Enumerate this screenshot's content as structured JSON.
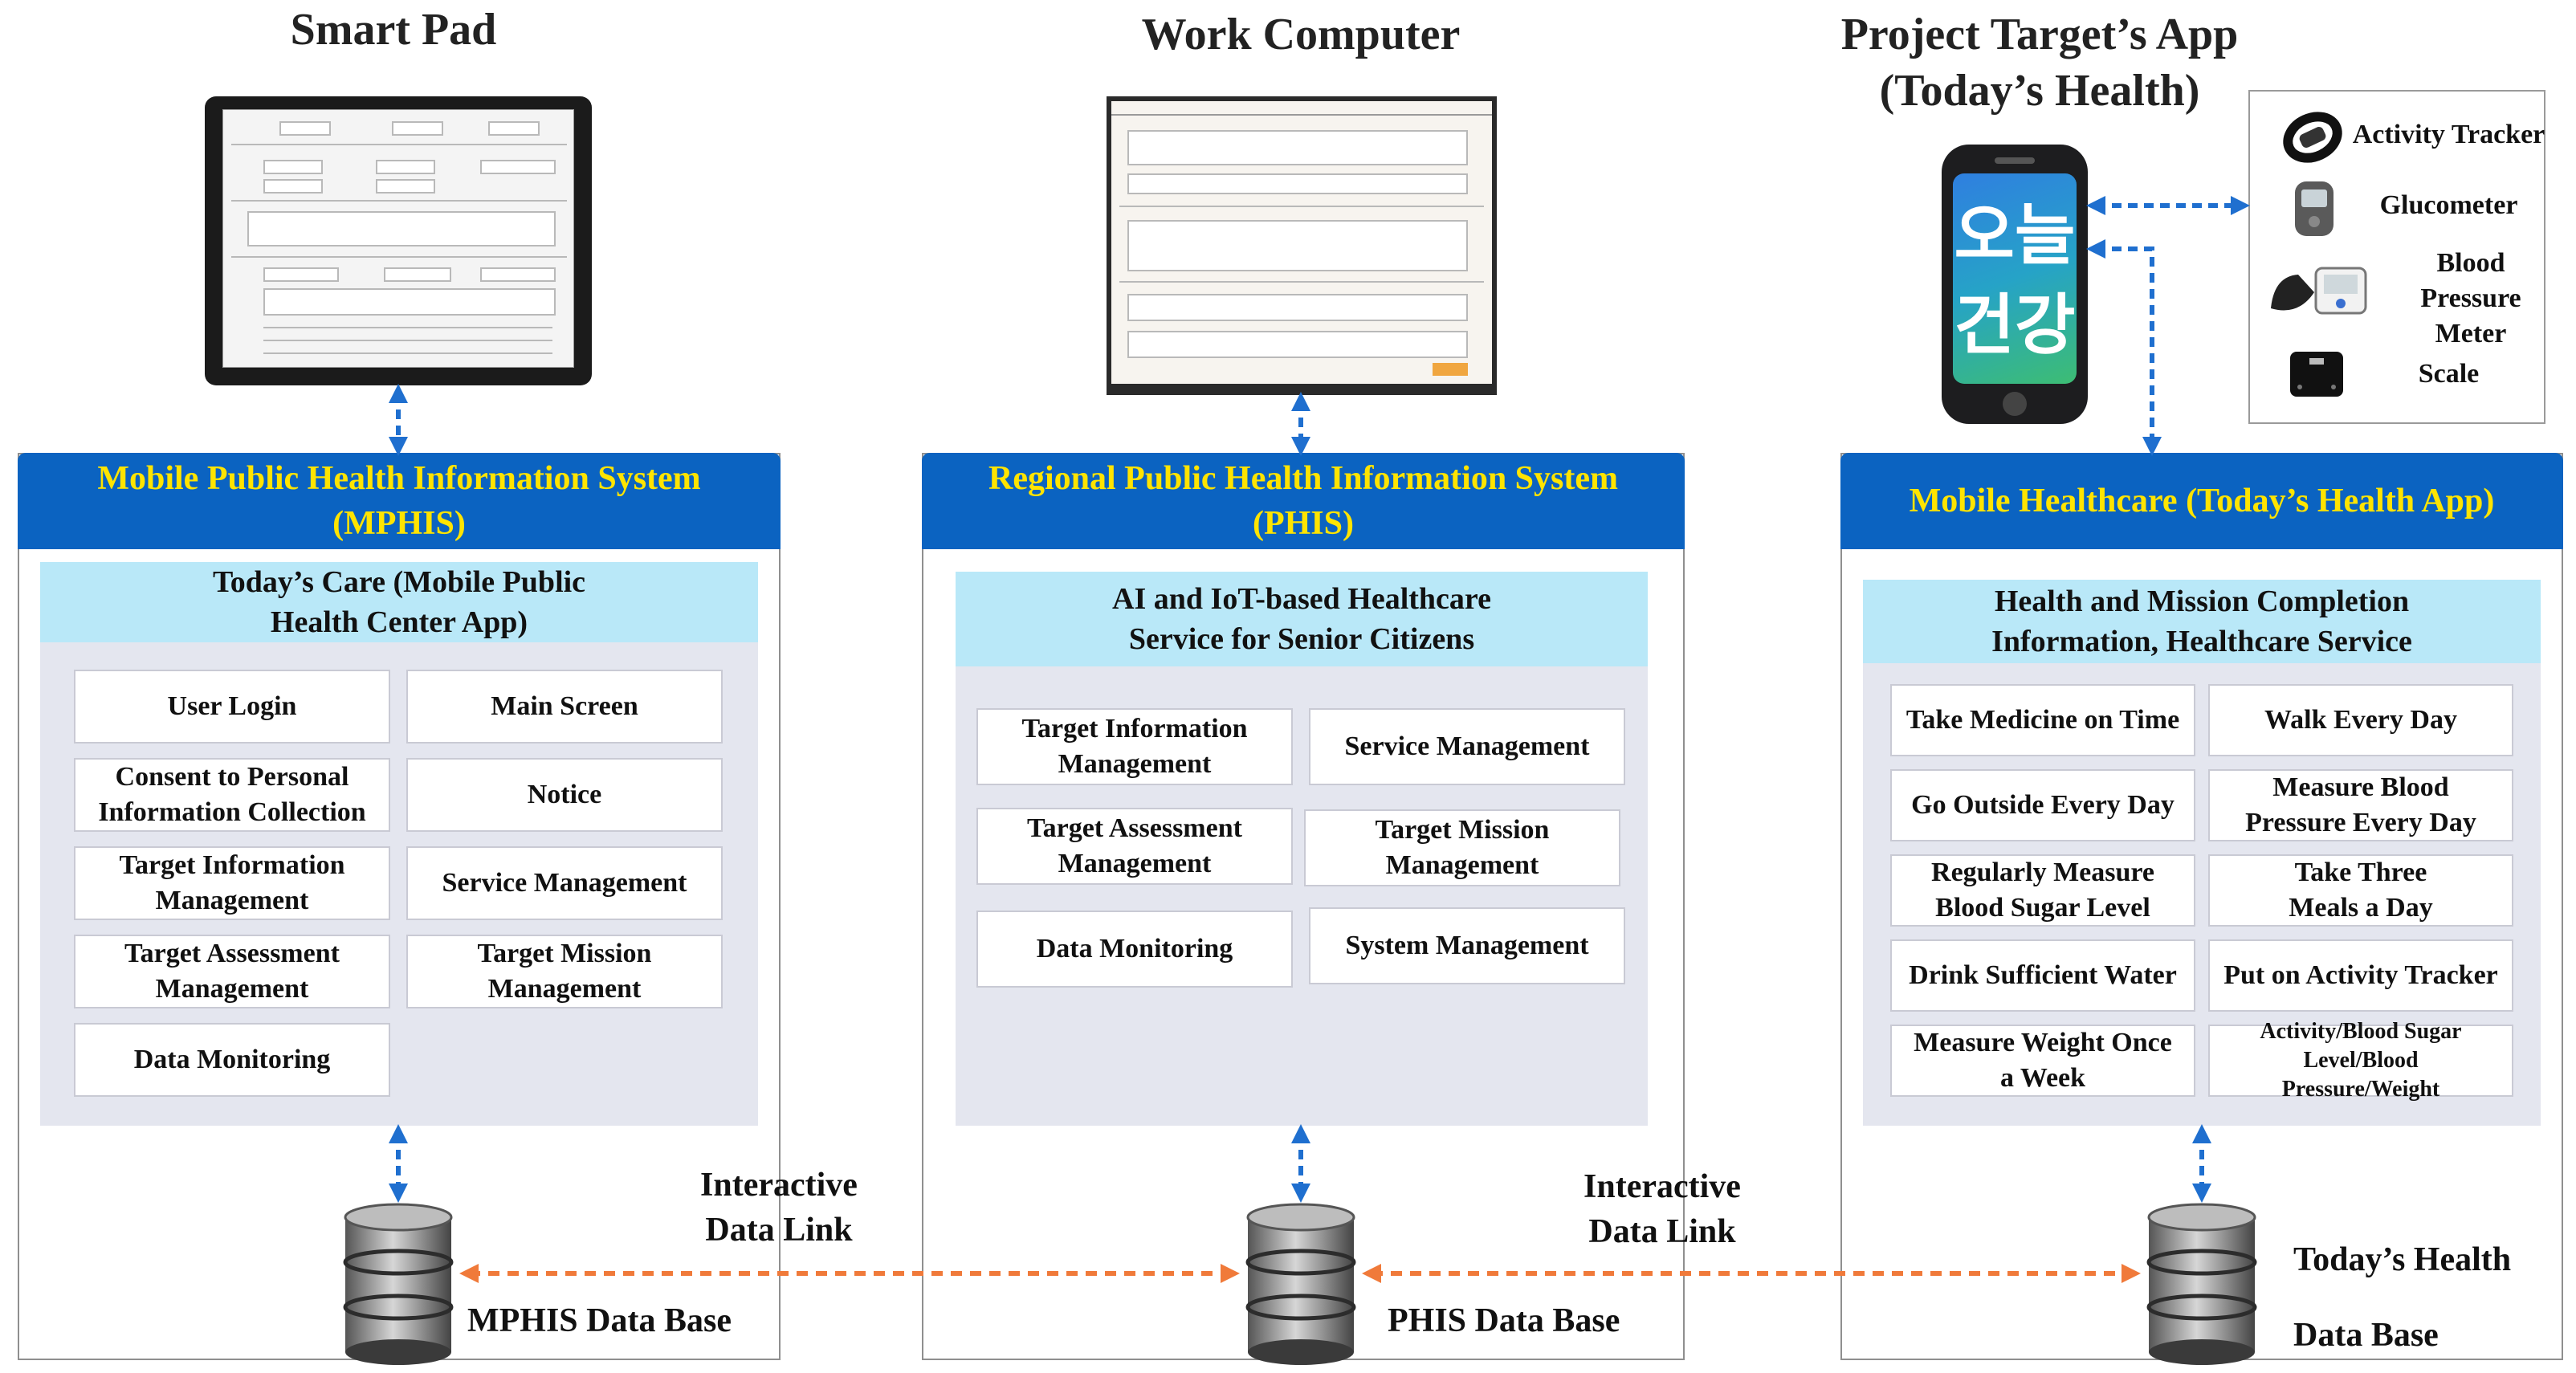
{
  "colors": {
    "header_blue": "#0b63c1",
    "header_text_yellow": "#ffe400",
    "inner_header_cyan": "#b9e8f8",
    "inner_bg": "#e4e6ef",
    "vertical_arrow_blue": "#1f6fcf",
    "data_link_orange": "#f07a3a"
  },
  "devices_titles": {
    "smart_pad": "Smart Pad",
    "work_computer": "Work Computer",
    "target_app_line1": "Project Target’s App",
    "target_app_line2": "(Today’s Health)"
  },
  "phone_logo": {
    "line1": "오늘",
    "line2": "건강"
  },
  "iot_devices": [
    {
      "label": "Activity Tracker",
      "icon": "activity-tracker-icon"
    },
    {
      "label": "Glucometer",
      "icon": "glucometer-icon"
    },
    {
      "label": "Blood Pressure Meter",
      "icon": "blood-pressure-meter-icon"
    },
    {
      "label": "Scale",
      "icon": "scale-icon"
    }
  ],
  "panels": {
    "mphis": {
      "header": "Mobile Public Health Information System (MPHIS)",
      "inner_header": "Today’s Care (Mobile Public Health Center App)",
      "functions": [
        "User Login",
        "Main Screen",
        "Consent to Personal Information Collection",
        "Notice",
        "Target Information Management",
        "Service Management",
        "Target Assessment Management",
        "Target Mission Management",
        "Data Monitoring"
      ],
      "database": "MPHIS Data Base"
    },
    "phis": {
      "header": "Regional Public Health Information System (PHIS)",
      "inner_header": "AI and IoT-based Healthcare Service for Senior Citizens",
      "functions": [
        "Target Information Management",
        "Service Management",
        "Target Assessment Management",
        "Target Mission Management",
        "Data Monitoring",
        "System Management"
      ],
      "database": "PHIS Data Base"
    },
    "mobile": {
      "header": "Mobile Healthcare (Today’s Health App)",
      "inner_header": "Health and Mission Completion Information, Healthcare Service",
      "functions": [
        "Take Medicine on Time",
        "Walk Every Day",
        "Go Outside Every Day",
        "Measure Blood Pressure Every Day",
        "Regularly Measure Blood Sugar Level",
        "Take Three Meals a Day",
        "Drink Sufficient Water",
        "Put on Activity Tracker",
        "Measure Weight Once a Week",
        "Activity/Blood Sugar Level/Blood Pressure/Weight"
      ],
      "database_line1": "Today’s Health",
      "database_line2": "Data Base"
    }
  },
  "links": [
    {
      "line1": "Interactive",
      "line2": "Data Link"
    },
    {
      "line1": "Interactive",
      "line2": "Data Link"
    }
  ]
}
